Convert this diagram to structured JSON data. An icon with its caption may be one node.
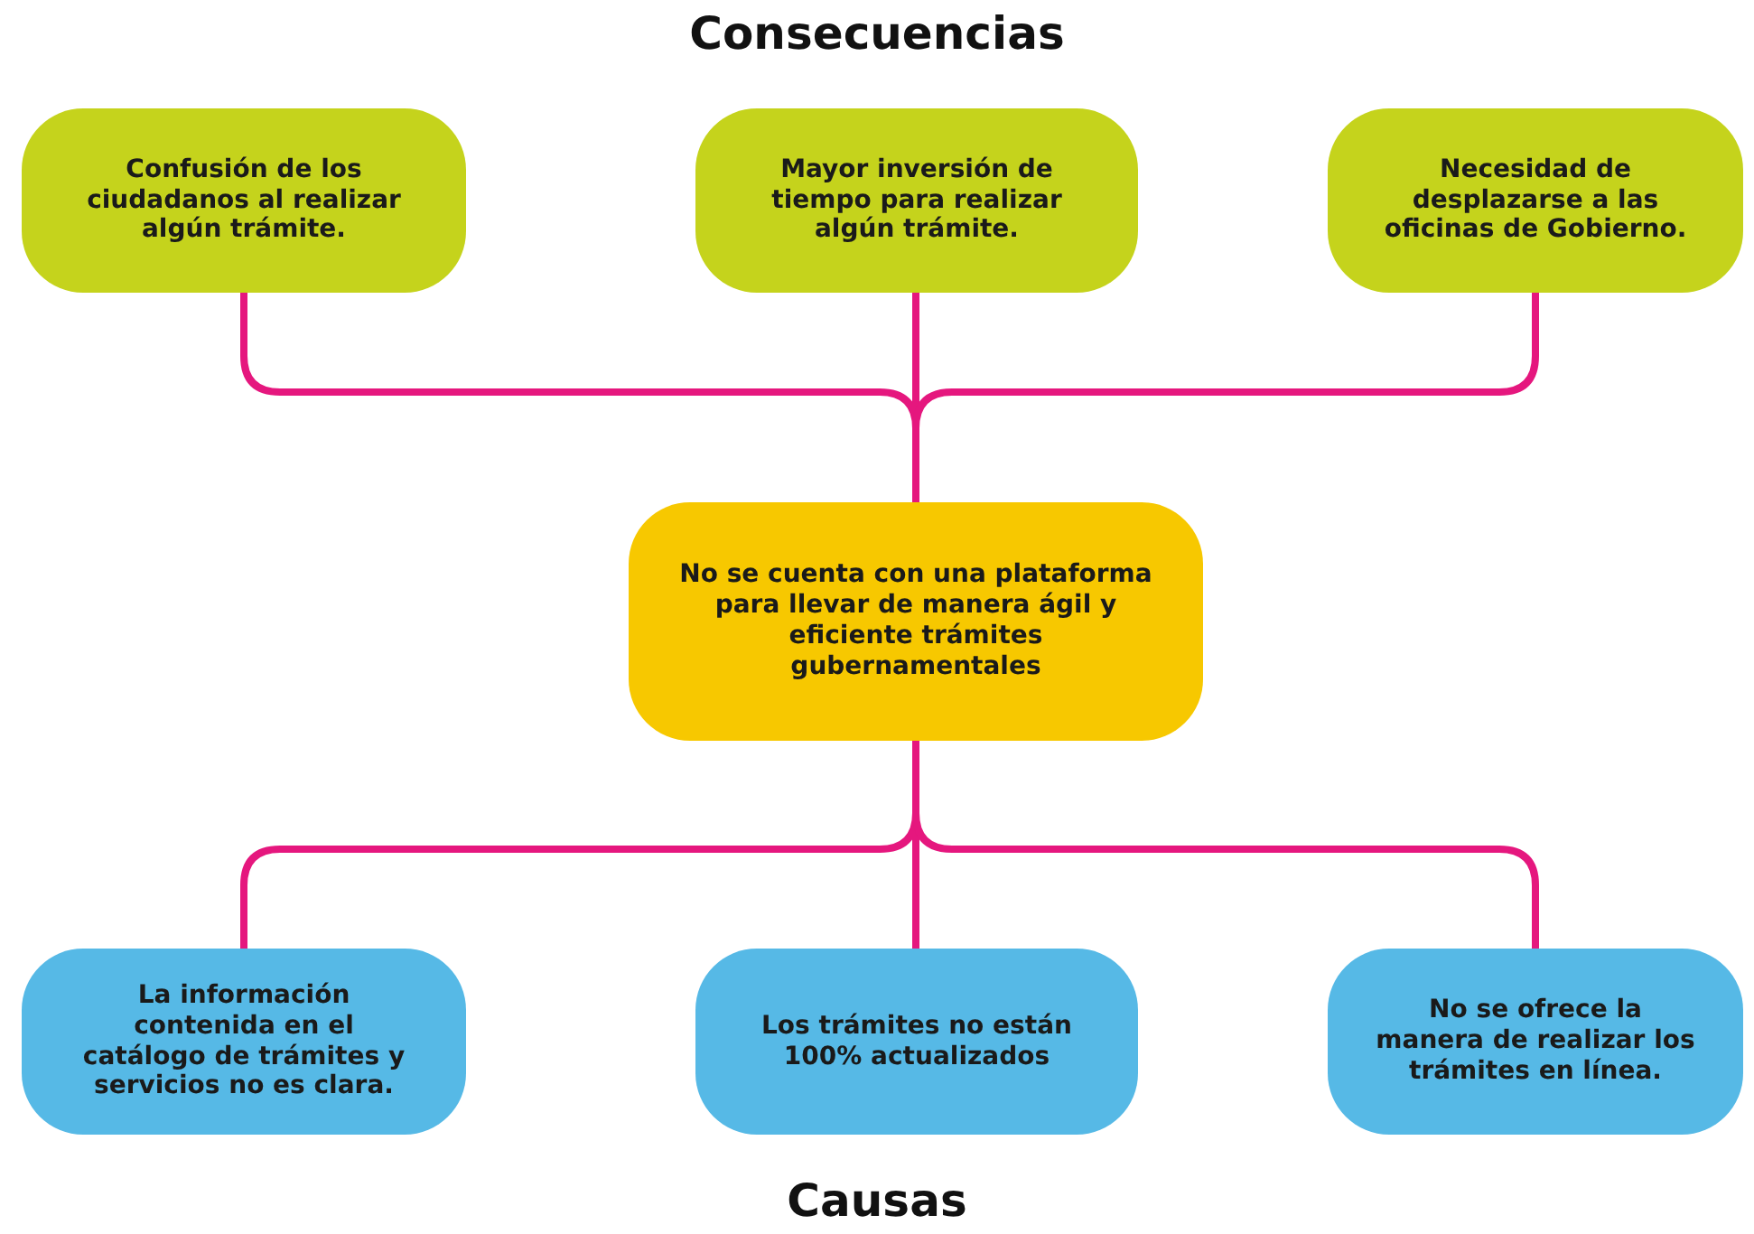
{
  "diagram": {
    "title": "Consecuencias",
    "caption": "Causas",
    "nodes": [
      {
        "text": [
          "Confusión de los ciudadanos al realizar algún trámite."
        ]
      },
      {
        "text": [
          "Mayor inversión de tiempo para realizar algún trámite."
        ]
      },
      {
        "text": [
          "Necesidad de desplazarse a las oficinas de Gobierno."
        ]
      },
      {
        "text": [
          "No se cuenta con una plataforma para llevar de manera ágil y eficiente trámites gubernamentales"
        ]
      },
      {
        "text": [
          "La información contenida en el catálogo de trámites y servicios no es clara."
        ]
      },
      {
        "text": [
          "Los trámites no están 100% actualizados"
        ]
      },
      {
        "text": [
          "No se ofrece la manera de realizar los trámites en línea."
        ]
      }
    ],
    "edges": [
      {
        "from": 3,
        "to": 0,
        "arrow": "none"
      },
      {
        "from": 3,
        "to": 1,
        "arrow": "none"
      },
      {
        "from": 3,
        "to": 2,
        "arrow": "none"
      },
      {
        "from": 3,
        "to": 4,
        "arrow": "none"
      },
      {
        "from": 3,
        "to": 5,
        "arrow": "none"
      },
      {
        "from": 3,
        "to": 6,
        "arrow": "none"
      }
    ]
  }
}
